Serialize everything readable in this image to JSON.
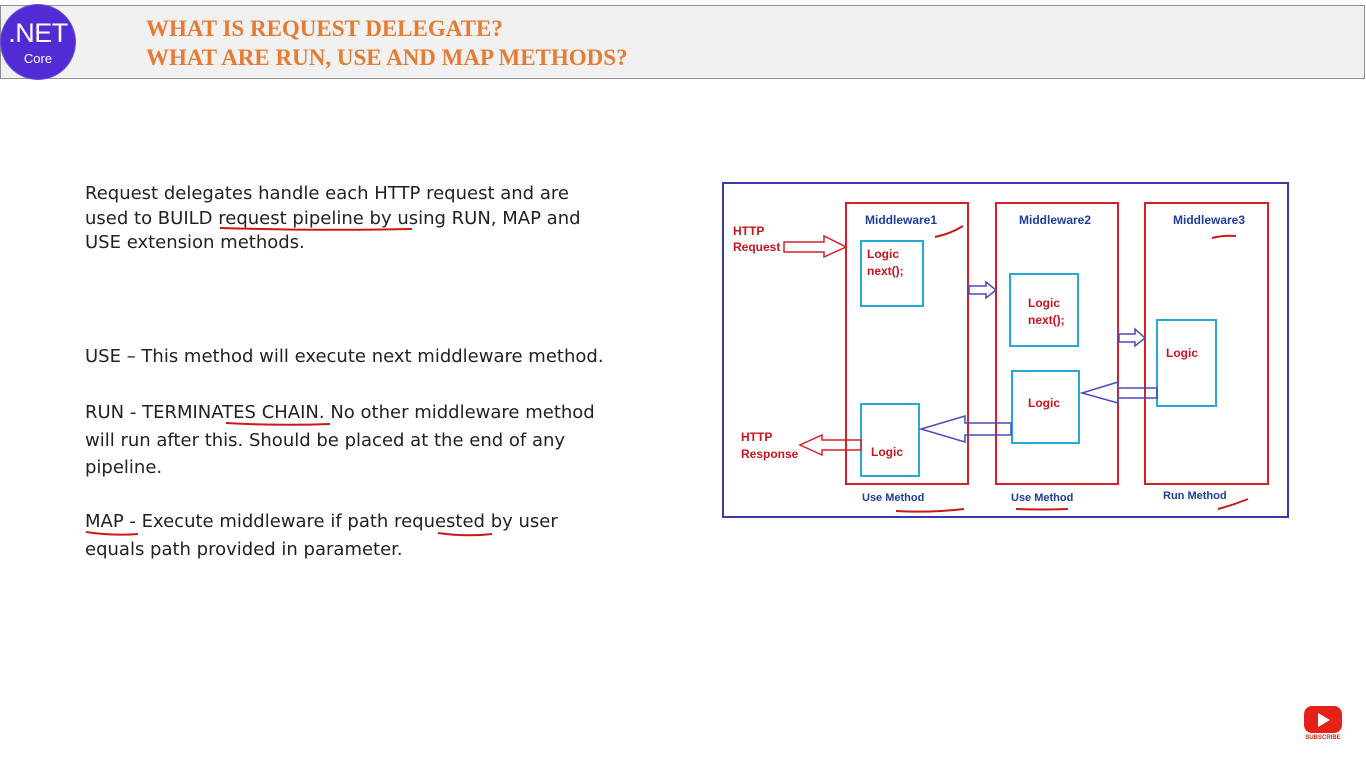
{
  "header": {
    "logo_line1": ".NET",
    "logo_line2": "Core",
    "title_line1": "WHAT IS REQUEST DELEGATE?",
    "title_line2": "WHAT ARE RUN, USE AND MAP METHODS?",
    "title_color": "#e67b33",
    "logo_color": "#512bd4"
  },
  "content": {
    "intro": [
      "Request delegates handle each HTTP request and are",
      "used to BUILD request pipeline by using RUN, MAP and",
      "USE extension methods."
    ],
    "use_text": "USE – This method will execute next middleware method.",
    "run_text": [
      "RUN - TERMINATES CHAIN. No other middleware method",
      "will run after this. Should be placed at the end of any",
      "pipeline."
    ],
    "map_text": [
      "MAP - Execute middleware if path requested by user",
      "equals path provided in parameter."
    ]
  },
  "diagram": {
    "http_request_l1": "HTTP",
    "http_request_l2": "Request",
    "http_response_l1": "HTTP",
    "http_response_l2": "Response",
    "mw1_title": "Middleware1",
    "mw2_title": "Middleware2",
    "mw3_title": "Middleware3",
    "mw1_logic_top_l1": "Logic",
    "mw1_logic_top_l2": "next();",
    "mw1_logic_bottom": "Logic",
    "mw2_logic_top_l1": "Logic",
    "mw2_logic_top_l2": "next();",
    "mw2_logic_bottom": "Logic",
    "mw3_logic": "Logic",
    "mw1_method": "Use Method",
    "mw2_method": "Use Method",
    "mw3_method": "Run Method",
    "colors": {
      "frame": "#3b3ba8",
      "middleware_border": "#d3202a",
      "logic_border": "#27a9d8",
      "label_red": "#c8141c",
      "label_blue": "#1f3d99",
      "arrow_blue": "#4a4ab8"
    }
  },
  "subscribe": {
    "label": "SUBSCRIBE"
  }
}
